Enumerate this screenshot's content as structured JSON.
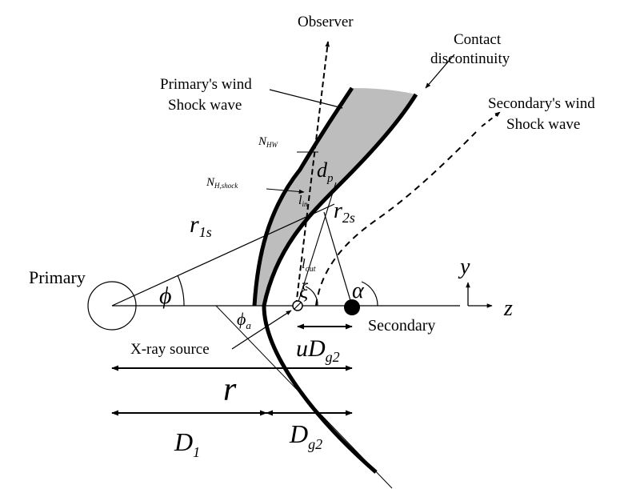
{
  "labels": {
    "observer": "Observer",
    "contact_line1": "Contact",
    "contact_line2": "discontinuity",
    "primary_wind_line1": "Primary's wind",
    "primary_wind_line2": "Shock wave",
    "secondary_wind_line1": "Secondary's wind",
    "secondary_wind_line2": "Shock wave",
    "primary": "Primary",
    "secondary": "Secondary",
    "xray_source": "X-ray source"
  },
  "symbols": {
    "N_HW": "N",
    "N_HW_sub": "HW",
    "N_H_shock": "N",
    "N_H_shock_sub": "H,shock",
    "d_p": "d",
    "d_p_sub": "p",
    "l_in": "l",
    "l_in_sub": "in",
    "r_2s": "r",
    "r_2s_sub": "2s",
    "r_1s": "r",
    "r_1s_sub": "1s",
    "l_out": "l",
    "l_out_sub": "out",
    "y": "y",
    "z": "z",
    "phi": "ϕ",
    "xi": "ξ",
    "alpha": "α",
    "phi_a": "ϕ",
    "phi_a_sub": "a",
    "uDg2": "uD",
    "uDg2_sub": "g2",
    "r": "r",
    "D1": "D",
    "D1_sub": "1",
    "Dg2": "D",
    "Dg2_sub": "g2"
  },
  "colors": {
    "shocked_region": "#bdbdbd",
    "line": "#000000"
  }
}
